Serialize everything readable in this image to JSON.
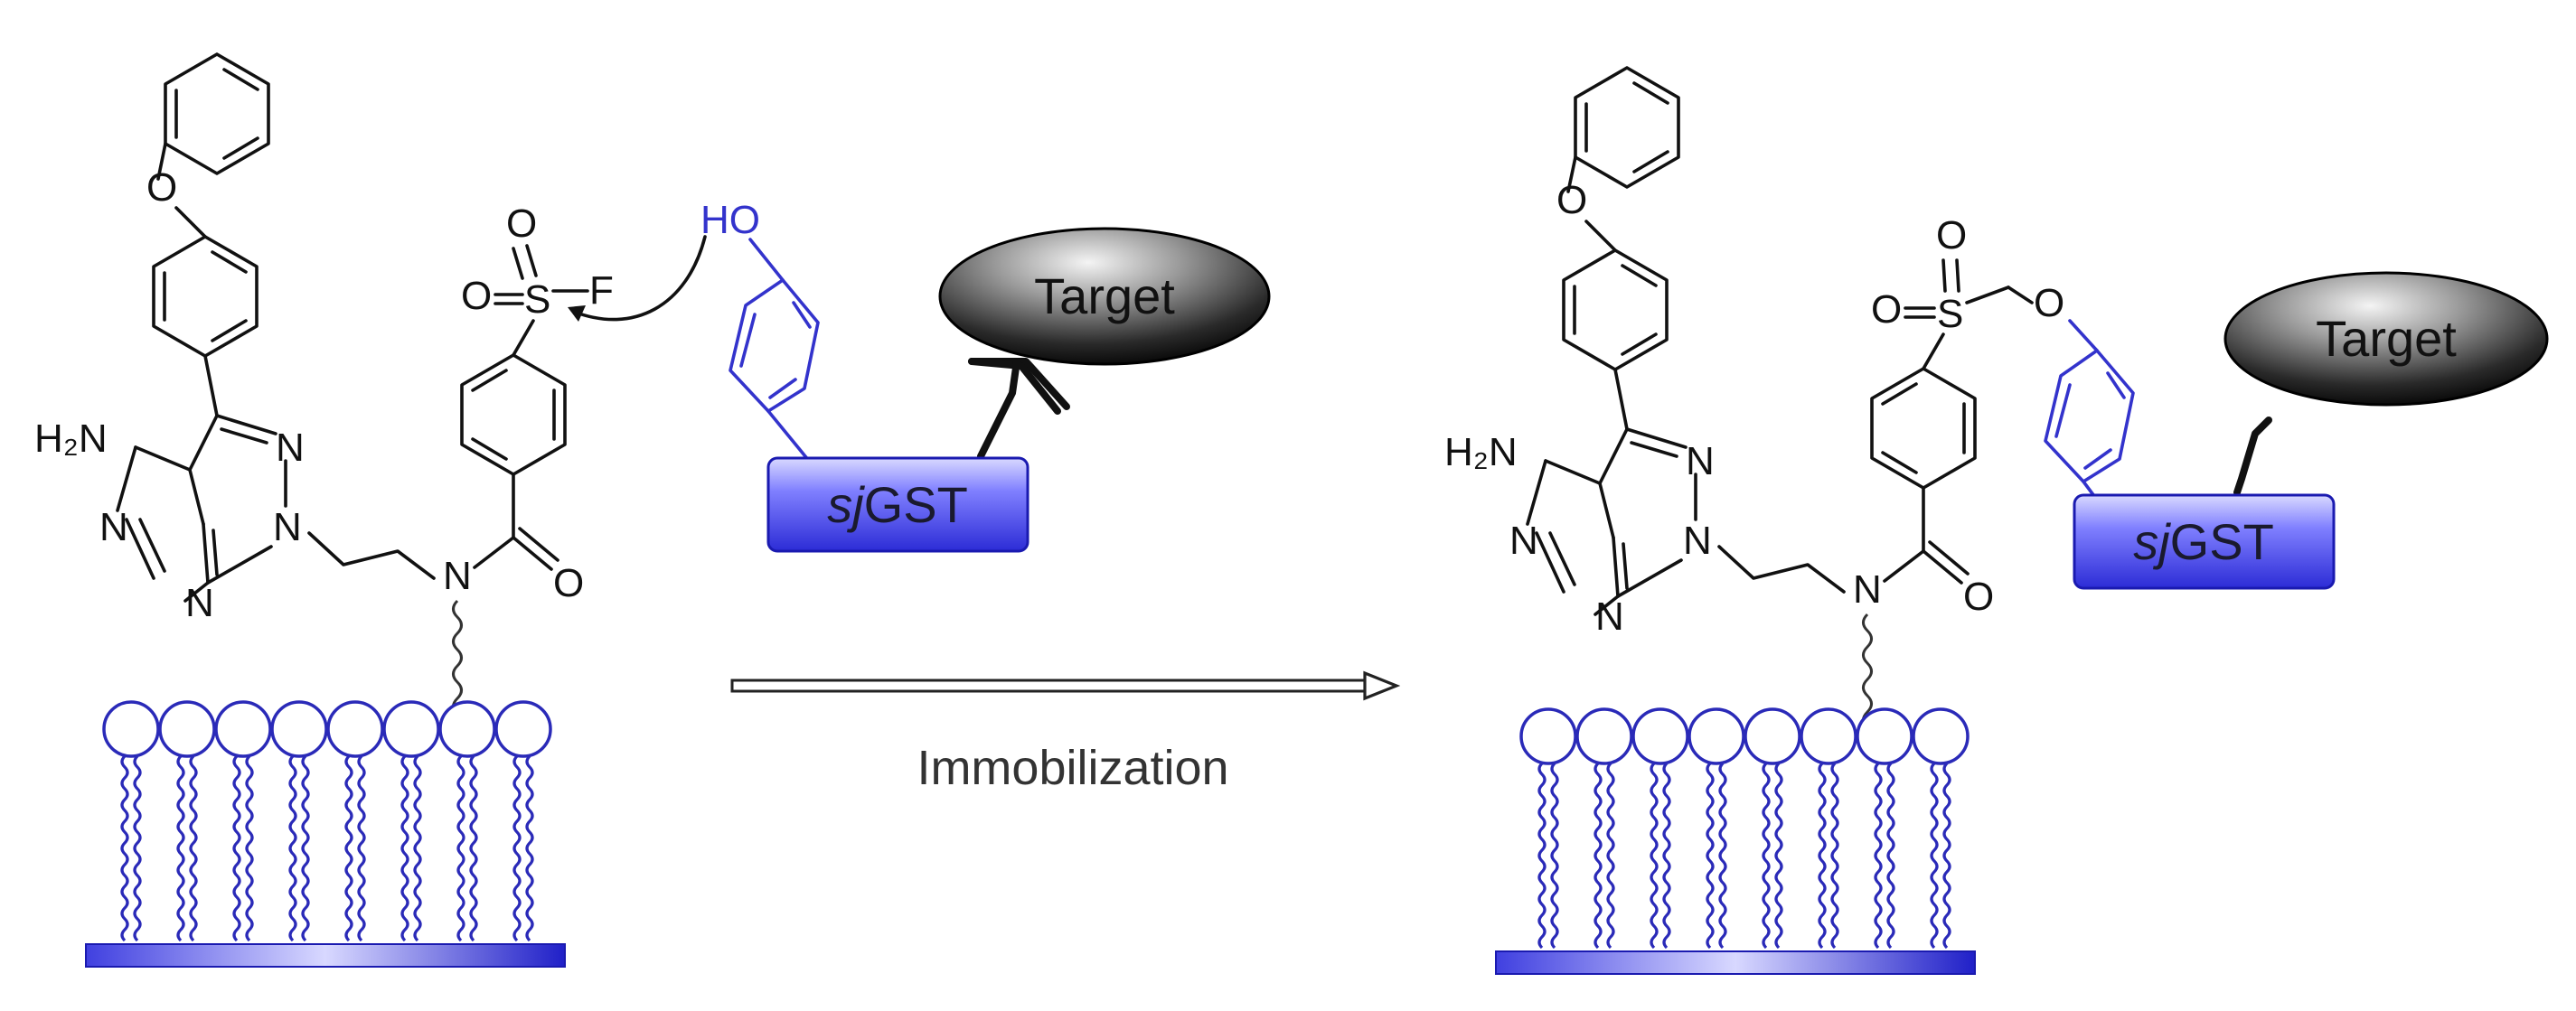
{
  "diagram": {
    "arrow_label": "Immobilization",
    "left": {
      "amine_label": "H₂N",
      "n_labels": [
        "N",
        "N",
        "N",
        "N",
        "N"
      ],
      "o_ether": "O",
      "sulfonyl": {
        "o1": "O",
        "s": "S",
        "o2": "O",
        "f": "F"
      },
      "carbonyl_o": "O",
      "hydroxyl": "HO",
      "enzyme": {
        "prefix": "sj",
        "name": "GST"
      },
      "target": "Target"
    },
    "right": {
      "amine_label": "H₂N",
      "n_labels": [
        "N",
        "N",
        "N",
        "N",
        "N"
      ],
      "o_ether": "O",
      "sulfonyl": {
        "o1": "O",
        "s": "S",
        "o2": "O",
        "o_link": "O"
      },
      "carbonyl_o": "O",
      "enzyme": {
        "prefix": "sj",
        "name": "GST"
      },
      "target": "Target"
    },
    "colors": {
      "linker_blue": "#3333cc",
      "gst_box_fill": "#5a5af0",
      "membrane_blue": "#2a2ab8",
      "target_dark": "#2b2b2b"
    }
  }
}
